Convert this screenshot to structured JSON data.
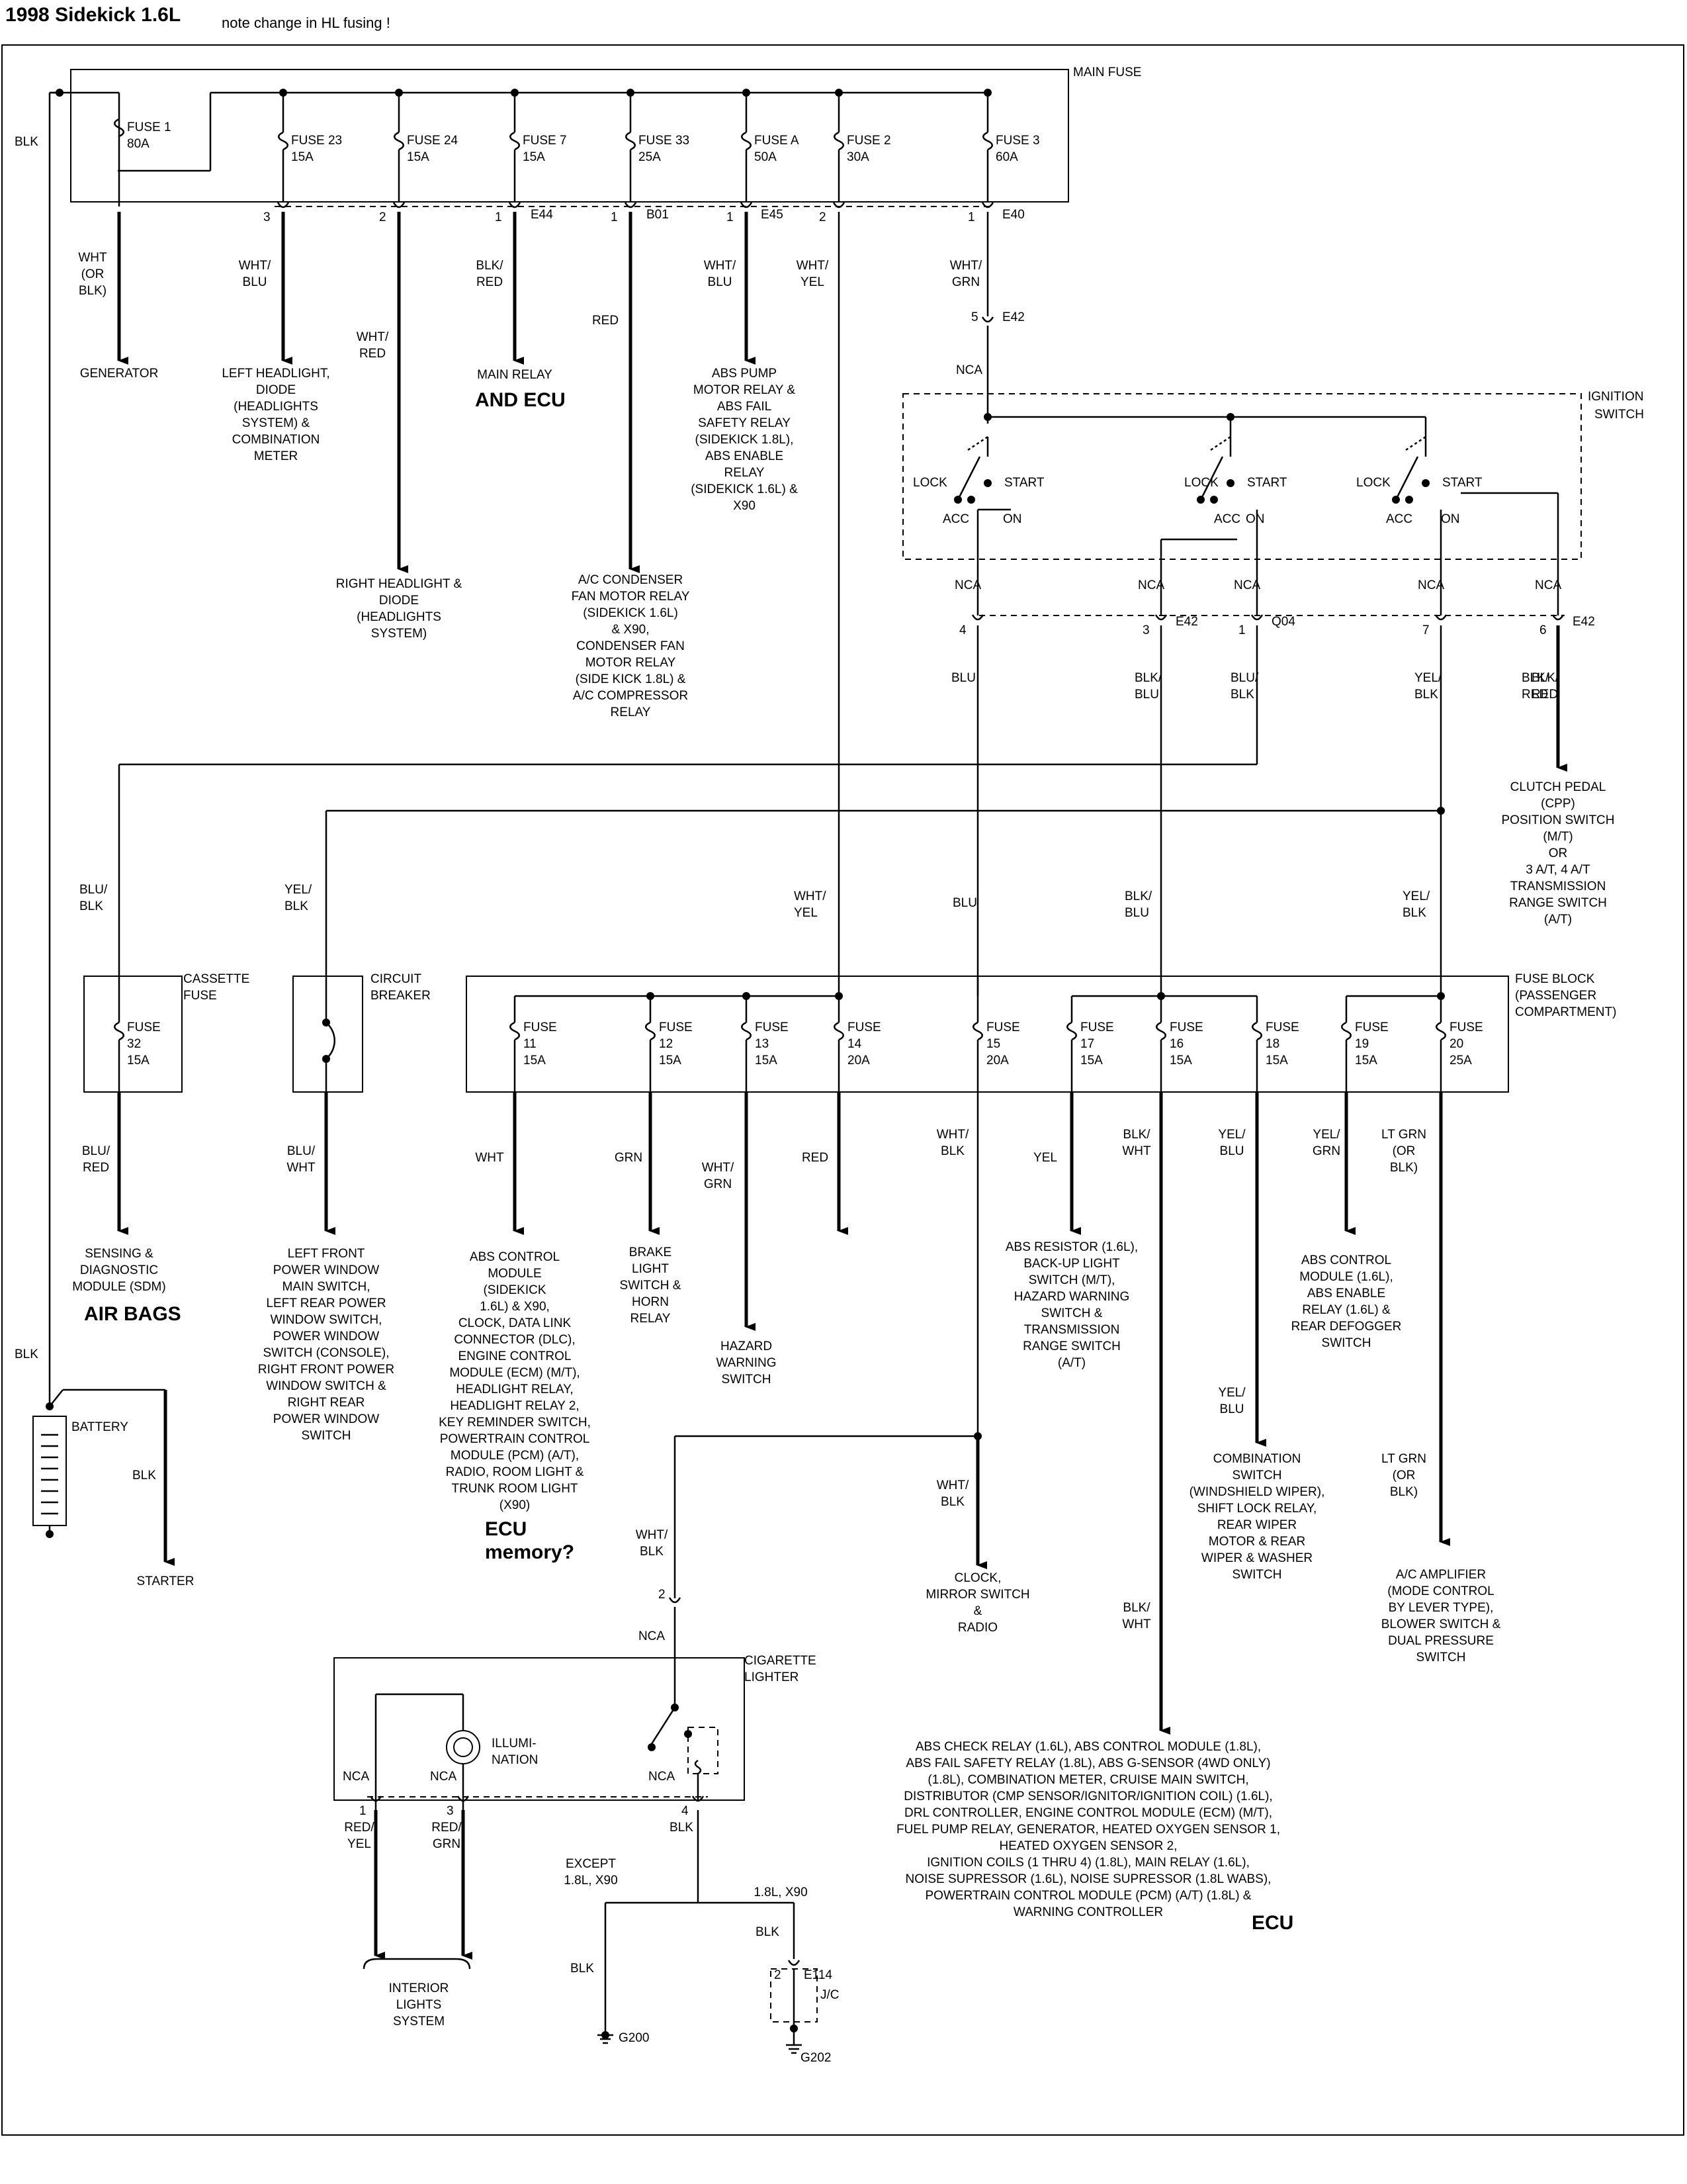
{
  "header": {
    "title": "1998 Sidekick 1.6L",
    "note": "note change in HL fusing !"
  },
  "main_fuse": {
    "label": "MAIN FUSE",
    "fuses": [
      {
        "name": "FUSE 1",
        "rating": "80A"
      },
      {
        "name": "FUSE 23",
        "rating": "15A"
      },
      {
        "name": "FUSE 24",
        "rating": "15A"
      },
      {
        "name": "FUSE 7",
        "rating": "15A"
      },
      {
        "name": "FUSE 33",
        "rating": "25A"
      },
      {
        "name": "FUSE A",
        "rating": "50A"
      },
      {
        "name": "FUSE 2",
        "rating": "30A"
      },
      {
        "name": "FUSE 3",
        "rating": "60A"
      }
    ],
    "pins": [
      "3",
      "2",
      "1",
      "1",
      "1",
      "2",
      "1"
    ],
    "connectors": [
      "E44",
      "B01",
      "E45",
      "E40"
    ]
  },
  "top_wires": [
    {
      "color": [
        "WHT",
        "(OR",
        "BLK)"
      ],
      "dest": [
        "GENERATOR"
      ]
    },
    {
      "color": [
        "WHT/",
        "BLU"
      ],
      "dest": [
        "LEFT HEADLIGHT,",
        "DIODE",
        "(HEADLIGHTS",
        "SYSTEM) &",
        "COMBINATION",
        "METER"
      ]
    },
    {
      "color": [
        "WHT/",
        "RED"
      ],
      "dest": [
        "RIGHT HEADLIGHT &",
        "DIODE",
        "(HEADLIGHTS",
        "SYSTEM)"
      ]
    },
    {
      "color": [
        "BLK/",
        "RED"
      ],
      "dest": [
        "MAIN RELAY"
      ]
    },
    {
      "color": [
        "RED"
      ],
      "dest": [
        "A/C CONDENSER",
        "FAN MOTOR RELAY",
        "(SIDEKICK 1.6L)",
        "& X90,",
        "CONDENSER FAN",
        "MOTOR RELAY",
        "(SIDE KICK 1.8L) &",
        "A/C COMPRESSOR",
        "RELAY"
      ]
    },
    {
      "color": [
        "WHT/",
        "BLU"
      ],
      "dest": [
        "ABS PUMP",
        "MOTOR RELAY &",
        "ABS FAIL",
        "SAFETY RELAY",
        "(SIDEKICK 1.8L),",
        "ABS ENABLE",
        "RELAY",
        "(SIDEKICK 1.6L) &",
        "X90"
      ]
    },
    {
      "color": [
        "WHT/",
        "YEL"
      ]
    },
    {
      "color": [
        "WHT/",
        "GRN"
      ]
    }
  ],
  "annotations": {
    "and_ecu": "AND ECU",
    "air_bags": "AIR BAGS",
    "ecu_memory": [
      "ECU",
      "memory?"
    ],
    "ecu": "ECU"
  },
  "left_wire": {
    "top": "BLK",
    "bottom": "BLK"
  },
  "ignition_switch": {
    "label": [
      "IGNITION",
      "SWITCH"
    ],
    "conn_top": {
      "pin": "5",
      "name": "E42"
    },
    "nca": "NCA",
    "positions": [
      "LOCK",
      "START",
      "ACC",
      "ON"
    ],
    "outputs": [
      {
        "nca": "NCA",
        "pin": "4",
        "color": [
          "BLU"
        ]
      },
      {
        "nca": "NCA",
        "pin": "3",
        "color": [
          "BLK/",
          "BLU"
        ],
        "conn": "E42"
      },
      {
        "nca": "NCA",
        "pin": "1",
        "color": [
          "BLU/",
          "BLK"
        ],
        "conn": "Q04"
      },
      {
        "nca": "NCA",
        "pin": "7",
        "color": [
          "YEL/",
          "BLK"
        ]
      },
      {
        "nca": "NCA",
        "pin": "6",
        "color": [
          "BLK/",
          "RED"
        ],
        "conn": "E42"
      }
    ]
  },
  "clutch_switch": [
    "CLUTCH PEDAL",
    "(CPP)",
    "POSITION SWITCH",
    "(M/T)",
    "OR",
    "3 A/T, 4 A/T",
    "TRANSMISSION",
    "RANGE SWITCH",
    "(A/T)"
  ],
  "mid_wires": {
    "blu_blk": [
      "BLU/",
      "BLK"
    ],
    "yel_blk_left": [
      "YEL/",
      "BLK"
    ],
    "wht_yel": [
      "WHT/",
      "YEL"
    ],
    "blu": [
      "BLU"
    ],
    "blk_blu": [
      "BLK/",
      "BLU"
    ],
    "yel_blk_right": [
      "YEL/",
      "BLK"
    ]
  },
  "cassette_fuse": {
    "label": [
      "CASSETTE",
      "FUSE"
    ],
    "fuse": [
      "FUSE",
      "32",
      "15A"
    ]
  },
  "circuit_breaker": {
    "label": [
      "CIRCUIT",
      "BREAKER"
    ]
  },
  "fuse_block": {
    "label": [
      "FUSE BLOCK",
      "(PASSENGER",
      "COMPARTMENT)"
    ],
    "fuses": [
      {
        "n": "11",
        "a": "15A"
      },
      {
        "n": "12",
        "a": "15A"
      },
      {
        "n": "13",
        "a": "15A"
      },
      {
        "n": "14",
        "a": "20A"
      },
      {
        "n": "15",
        "a": "20A"
      },
      {
        "n": "17",
        "a": "15A"
      },
      {
        "n": "16",
        "a": "15A"
      },
      {
        "n": "18",
        "a": "15A"
      },
      {
        "n": "19",
        "a": "15A"
      },
      {
        "n": "20",
        "a": "25A"
      }
    ],
    "fuse_word": "FUSE"
  },
  "bottom_wires": [
    {
      "color": [
        "BLU/",
        "RED"
      ],
      "dest": [
        "SENSING &",
        "DIAGNOSTIC",
        "MODULE (SDM)"
      ]
    },
    {
      "color": [
        "BLU/",
        "WHT"
      ],
      "dest": [
        "LEFT FRONT",
        "POWER WINDOW",
        "MAIN SWITCH,",
        "LEFT REAR POWER",
        "WINDOW SWITCH,",
        "POWER WINDOW",
        "SWITCH (CONSOLE),",
        "RIGHT FRONT POWER",
        "WINDOW SWITCH &",
        "RIGHT REAR",
        "POWER WINDOW",
        "SWITCH"
      ]
    },
    {
      "color": [
        "WHT"
      ],
      "dest": [
        "ABS CONTROL",
        "MODULE",
        "(SIDEKICK",
        "1.6L) & X90,",
        "CLOCK, DATA LINK",
        "CONNECTOR (DLC),",
        "ENGINE CONTROL",
        "MODULE (ECM) (M/T),",
        "HEADLIGHT RELAY,",
        "HEADLIGHT RELAY 2,",
        "KEY REMINDER SWITCH,",
        "POWERTRAIN CONTROL",
        "MODULE (PCM) (A/T),",
        "RADIO, ROOM LIGHT &",
        "TRUNK ROOM LIGHT",
        "(X90)"
      ]
    },
    {
      "color": [
        "GRN"
      ],
      "dest": [
        "BRAKE",
        "LIGHT",
        "SWITCH &",
        "HORN",
        "RELAY"
      ]
    },
    {
      "color": [
        "WHT/",
        "GRN"
      ],
      "dest": [
        "HAZARD",
        "WARNING",
        "SWITCH"
      ]
    },
    {
      "color": [
        "RED"
      ]
    },
    {
      "color": [
        "WHT/",
        "BLK"
      ],
      "color2": [
        "WHT/",
        "BLK"
      ],
      "dest": [
        "CLOCK,",
        "MIRROR SWITCH",
        "&",
        "RADIO"
      ]
    },
    {
      "color": [
        "YEL"
      ],
      "dest": [
        "ABS RESISTOR (1.6L),",
        "BACK-UP LIGHT",
        "SWITCH (M/T),",
        "HAZARD WARNING",
        "SWITCH &",
        "TRANSMISSION",
        "RANGE SWITCH",
        "(A/T)"
      ]
    },
    {
      "color": [
        "BLK/",
        "WHT"
      ],
      "color2": [
        "BLK/",
        "WHT"
      ]
    },
    {
      "color": [
        "YEL/",
        "BLU"
      ],
      "color2": [
        "YEL/",
        "BLU"
      ],
      "dest": [
        "COMBINATION",
        "SWITCH",
        "(WINDSHIELD WIPER),",
        "SHIFT LOCK RELAY,",
        "REAR WIPER",
        "MOTOR & REAR",
        "WIPER & WASHER",
        "SWITCH"
      ]
    },
    {
      "color": [
        "YEL/",
        "GRN"
      ],
      "dest": [
        "ABS CONTROL",
        "MODULE (1.6L),",
        "ABS ENABLE",
        "RELAY (1.6L) &",
        "REAR DEFOGGER",
        "SWITCH"
      ]
    },
    {
      "color": [
        "LT GRN",
        "(OR",
        "BLK)"
      ],
      "color2": [
        "LT GRN",
        "(OR",
        "BLK)"
      ],
      "dest": [
        "A/C AMPLIFIER",
        "(MODE CONTROL",
        "BY LEVER TYPE),",
        "BLOWER SWITCH &",
        "DUAL PRESSURE",
        "SWITCH"
      ]
    }
  ],
  "fuse16_dest": [
    "ABS CHECK RELAY (1.6L), ABS CONTROL MODULE (1.8L),",
    "ABS FAIL SAFETY RELAY (1.8L), ABS G-SENSOR (4WD ONLY)",
    "(1.8L), COMBINATION METER, CRUISE MAIN SWITCH,",
    "DISTRIBUTOR (CMP SENSOR/IGNITOR/IGNITION COIL) (1.6L),",
    "DRL CONTROLLER, ENGINE CONTROL MODULE (ECM) (M/T),",
    "FUEL PUMP RELAY, GENERATOR, HEATED OXYGEN SENSOR 1,",
    "HEATED OXYGEN SENSOR 2,",
    "IGNITION COILS (1 THRU 4) (1.8L), MAIN RELAY (1.6L),",
    "NOISE SUPRESSOR (1.6L), NOISE SUPRESSOR (1.8L WABS),",
    "POWERTRAIN CONTROL MODULE (PCM) (A/T) (1.8L) &",
    "WARNING CONTROLLER"
  ],
  "battery": {
    "label": "BATTERY",
    "wire": "BLK",
    "dest": "STARTER"
  },
  "lighter": {
    "label": [
      "CIGARETTE",
      "LIGHTER"
    ],
    "in_pin": "2",
    "in_nca": "NCA",
    "illum": [
      "ILLUMI-",
      "NATION"
    ],
    "pins": [
      "1",
      "3",
      "4"
    ],
    "nca": [
      "NCA",
      "NCA",
      "NCA"
    ],
    "colors": [
      [
        "RED/",
        "YEL"
      ],
      [
        "RED/",
        "GRN"
      ],
      [
        "BLK"
      ]
    ],
    "interior": [
      "INTERIOR",
      "LIGHTS",
      "SYSTEM"
    ],
    "except": [
      "EXCEPT",
      "1.8L, X90"
    ],
    "alt": "1.8L, X90",
    "blk": "BLK",
    "blk2": "BLK",
    "blk3": "BLK",
    "g200": "G200",
    "e114": "E114",
    "pin2": "2",
    "jc": "J/C",
    "g202": "G202"
  }
}
